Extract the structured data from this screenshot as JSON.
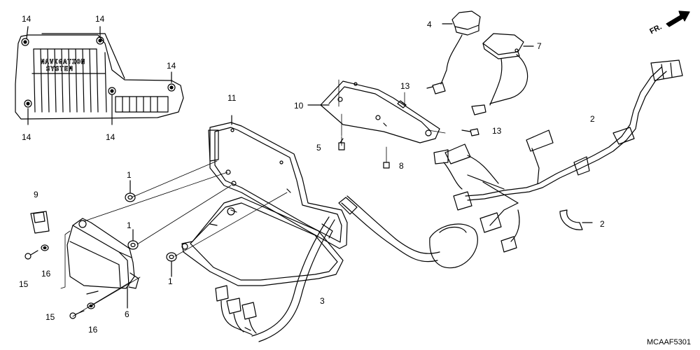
{
  "callouts": {
    "p1": "1",
    "p2": "2",
    "p3": "3",
    "p4": "4",
    "p5": "5",
    "p6": "6",
    "p7": "7",
    "p8": "8",
    "p9": "9",
    "p10": "10",
    "p11": "11",
    "p13": "13",
    "p14": "14",
    "p15": "15",
    "p16": "16"
  },
  "cover_text": {
    "line1": "NAVIGATION",
    "line2": "SYSTEM"
  },
  "direction": "FR.",
  "diagram_code": "MCAAF5301"
}
